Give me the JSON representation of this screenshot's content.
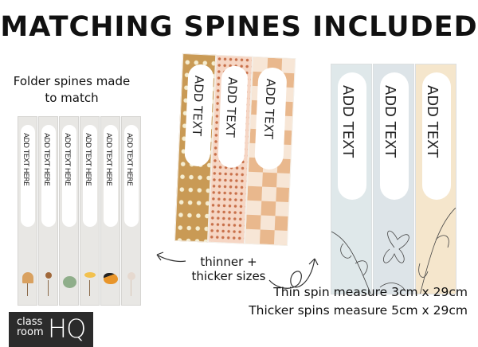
{
  "title": "MATCHING SPINES INCLUDED",
  "left_caption": [
    "Folder spines made",
    "to match"
  ],
  "folder_spines": [
    {
      "label": "ADD TEXT HERE",
      "decoration": "ginkgo-leaf",
      "color": "#d9a160"
    },
    {
      "label": "ADD TEXT HERE",
      "decoration": "seed-pod",
      "color": "#a0683a"
    },
    {
      "label": "ADD TEXT HERE",
      "decoration": "eucalyptus-leaf",
      "color": "#8fae8a"
    },
    {
      "label": "ADD TEXT HERE",
      "decoration": "daisy",
      "color": "#f2c14e"
    },
    {
      "label": "ADD TEXT HERE",
      "decoration": "butterfly",
      "color": "#e8952a"
    },
    {
      "label": "ADD TEXT HERE",
      "decoration": "dandelion",
      "color": "#d9c6b8"
    }
  ],
  "thin_spines": [
    {
      "label": "ADD TEXT",
      "pattern": "moon-phases",
      "color": "#c99a55"
    },
    {
      "label": "ADD TEXT",
      "pattern": "floral",
      "color": "#f6d6c4"
    },
    {
      "label": "ADD TEXT",
      "pattern": "checkerboard",
      "color": "#f2c9a8"
    }
  ],
  "thick_spines": [
    {
      "label": "ADD TEXT",
      "pattern": "line-floral",
      "color": "#dfe8ea"
    },
    {
      "label": "ADD TEXT",
      "pattern": "line-floral",
      "color": "#dde4e8"
    },
    {
      "label": "ADD TEXT",
      "pattern": "line-floral",
      "color": "#f5e6cc"
    }
  ],
  "sizes_caption": [
    "thinner +",
    "thicker sizes"
  ],
  "measurements": [
    "Thin spin measure 3cm x 29cm",
    "Thicker spins measure 5cm x 29cm"
  ],
  "logo": {
    "line1": "class",
    "line2": "room",
    "mark": "HQ"
  }
}
